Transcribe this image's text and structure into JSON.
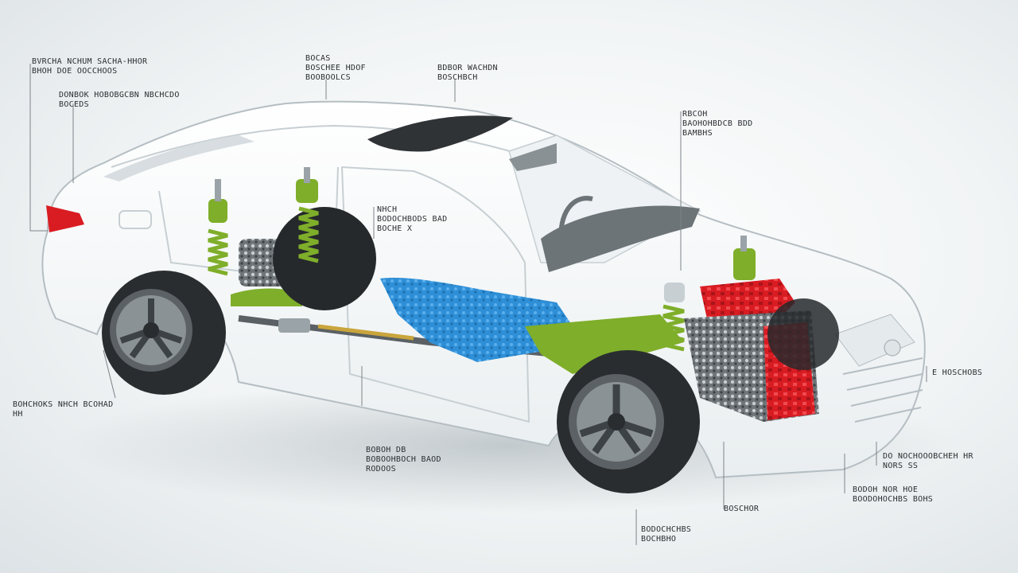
{
  "colors": {
    "body": "#ffffff",
    "engine": "#d91c22",
    "transmission": "#2f8fd6",
    "suspension": "#7fae2a",
    "tire": "#2a2d30",
    "glass": "#3a3f43",
    "callout_line": "#7d8489"
  },
  "labels": [
    {
      "id": "tl1",
      "lines": [
        "BVRCHA NCHUM SACHA-HHOR",
        "BHOH DOE OOCCHOOS"
      ]
    },
    {
      "id": "tl2",
      "lines": [
        "DONBOK HOBOBGCBN NBCHCDO",
        "BOCEDS"
      ]
    },
    {
      "id": "tc1",
      "lines": [
        "BOCAS",
        "BOSCHEE HDOF",
        "BOOBOOLCS"
      ]
    },
    {
      "id": "tc2",
      "lines": [
        "BDBOR WACHDN",
        "BOSCHBCH"
      ]
    },
    {
      "id": "tr1",
      "lines": [
        "RBCOH",
        "BAOHOHBDCB BDD",
        "BAMBHS"
      ]
    },
    {
      "id": "mid",
      "lines": [
        "NHCH",
        "BODOCHBODS BAD",
        "BOCHE X"
      ]
    },
    {
      "id": "lm",
      "lines": [
        "BOHCHOKS NHCH BCOHAD",
        "HH"
      ]
    },
    {
      "id": "bc1",
      "lines": [
        "BOBOH DB",
        "BOBOOHBOCH BAOD",
        "RODOOS"
      ]
    },
    {
      "id": "rm",
      "lines": [
        "E HOSCHOBS"
      ]
    },
    {
      "id": "rb1",
      "lines": [
        "DO NOCHOOOBCHEH HR",
        "NORS SS"
      ]
    },
    {
      "id": "rb2",
      "lines": [
        "BODOH NOR HOE",
        "BOODOHOCHBS BOHS"
      ]
    },
    {
      "id": "bc2",
      "lines": [
        "BOSCHOR"
      ]
    },
    {
      "id": "bc3",
      "lines": [
        "BODOCHCHBS",
        "BOCHBHO"
      ]
    }
  ]
}
